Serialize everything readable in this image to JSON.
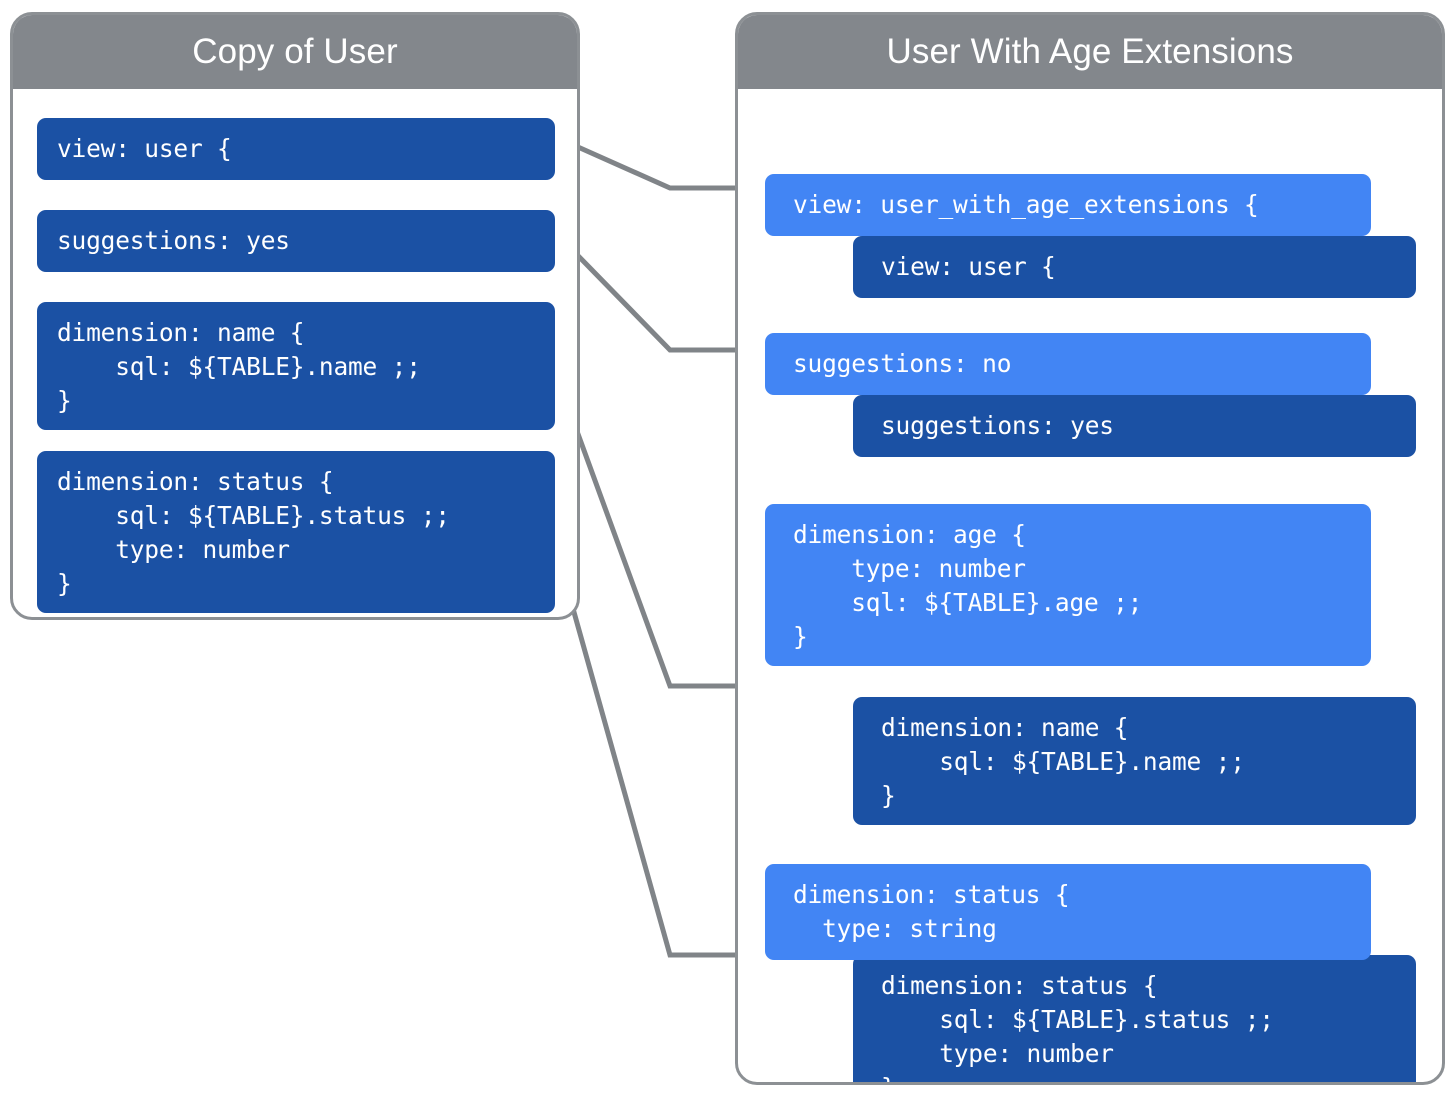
{
  "colors": {
    "header_gray": "#83878c",
    "panel_border": "#8c9094",
    "dark_blue": "#1b51a4",
    "light_blue": "#4285f4",
    "connector_gray": "#808488",
    "text_white": "#ffffff",
    "background": "#ffffff"
  },
  "left_panel": {
    "title": "Copy of User",
    "blocks": [
      {
        "id": "left-view",
        "text": "view: user {"
      },
      {
        "id": "left-suggestions",
        "text": "suggestions: yes"
      },
      {
        "id": "left-dimension-name",
        "text": "dimension: name {\n    sql: ${TABLE}.name ;;\n}"
      },
      {
        "id": "left-dimension-status",
        "text": "dimension: status {\n    sql: ${TABLE}.status ;;\n    type: number\n}"
      }
    ]
  },
  "right_panel": {
    "title": "User With Age Extensions",
    "blocks": [
      {
        "id": "right-view-extension",
        "variant": "light",
        "text": "view: user_with_age_extensions {"
      },
      {
        "id": "right-view-user",
        "variant": "dark",
        "text": "view: user {"
      },
      {
        "id": "right-suggestions-no",
        "variant": "light",
        "text": "suggestions: no"
      },
      {
        "id": "right-suggestions-yes",
        "variant": "dark",
        "text": "suggestions: yes"
      },
      {
        "id": "right-dimension-age",
        "variant": "light",
        "text": "dimension: age {\n    type: number\n    sql: ${TABLE}.age ;;\n}"
      },
      {
        "id": "right-dimension-name",
        "variant": "dark",
        "text": "dimension: name {\n    sql: ${TABLE}.name ;;\n}"
      },
      {
        "id": "right-dimension-status-ext",
        "variant": "light",
        "text": "dimension: status {\n  type: string"
      },
      {
        "id": "right-dimension-status",
        "variant": "dark",
        "text": "dimension: status {\n    sql: ${TABLE}.status ;;\n    type: number\n}"
      }
    ]
  },
  "connectors": [
    {
      "id": "connector-view",
      "from": "left-view",
      "to": "right-view-user"
    },
    {
      "id": "connector-suggestions",
      "from": "left-suggestions",
      "to": "right-suggestions-yes"
    },
    {
      "id": "connector-name",
      "from": "left-dimension-name",
      "to": "right-dimension-name"
    },
    {
      "id": "connector-status",
      "from": "left-dimension-status",
      "to": "right-dimension-status"
    }
  ]
}
